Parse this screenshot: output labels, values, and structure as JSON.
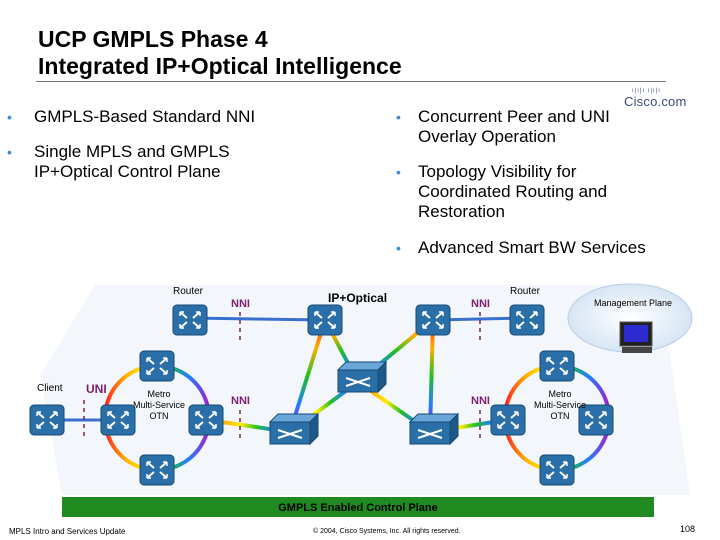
{
  "title": {
    "line1": "UCP GMPLS Phase 4",
    "line2": "Integrated IP+Optical Intelligence"
  },
  "logo": "Cisco.com",
  "bullets_left": [
    {
      "line1": "GMPLS-Based Standard NNI",
      "line2": ""
    },
    {
      "line1": "Single MPLS and GMPLS",
      "line2": "IP+Optical Control Plane"
    }
  ],
  "bullets_right": [
    {
      "line1": "Concurrent Peer and UNI",
      "line2": "Overlay Operation",
      "line3": ""
    },
    {
      "line1": "Topology Visibility for",
      "line2": "Coordinated Routing and",
      "line3": "Restoration"
    },
    {
      "line1": "Advanced Smart BW Services",
      "line2": "",
      "line3": ""
    }
  ],
  "diagram": {
    "router_left": "Router",
    "router_right": "Router",
    "ip_optical": "IP+Optical",
    "management_plane": "Management Plane",
    "client": "Client",
    "uni": "UNI",
    "nni": "NNI",
    "metro_left": [
      "Metro",
      "Multi-Service",
      "OTN"
    ],
    "metro_right": [
      "Metro",
      "Multi-Service",
      "OTN"
    ],
    "control_plane": "GMPLS Enabled Control Plane"
  },
  "footer": {
    "left": "MPLS Intro and Services Update",
    "center": "© 2004, Cisco Systems, Inc. All rights reserved.",
    "page": "108"
  },
  "colors": {
    "bullet": "#3a8bd0",
    "nni": "#7a1f6e",
    "control_plane_bar": "#1f8a1f",
    "router": "#2a6fa8"
  }
}
